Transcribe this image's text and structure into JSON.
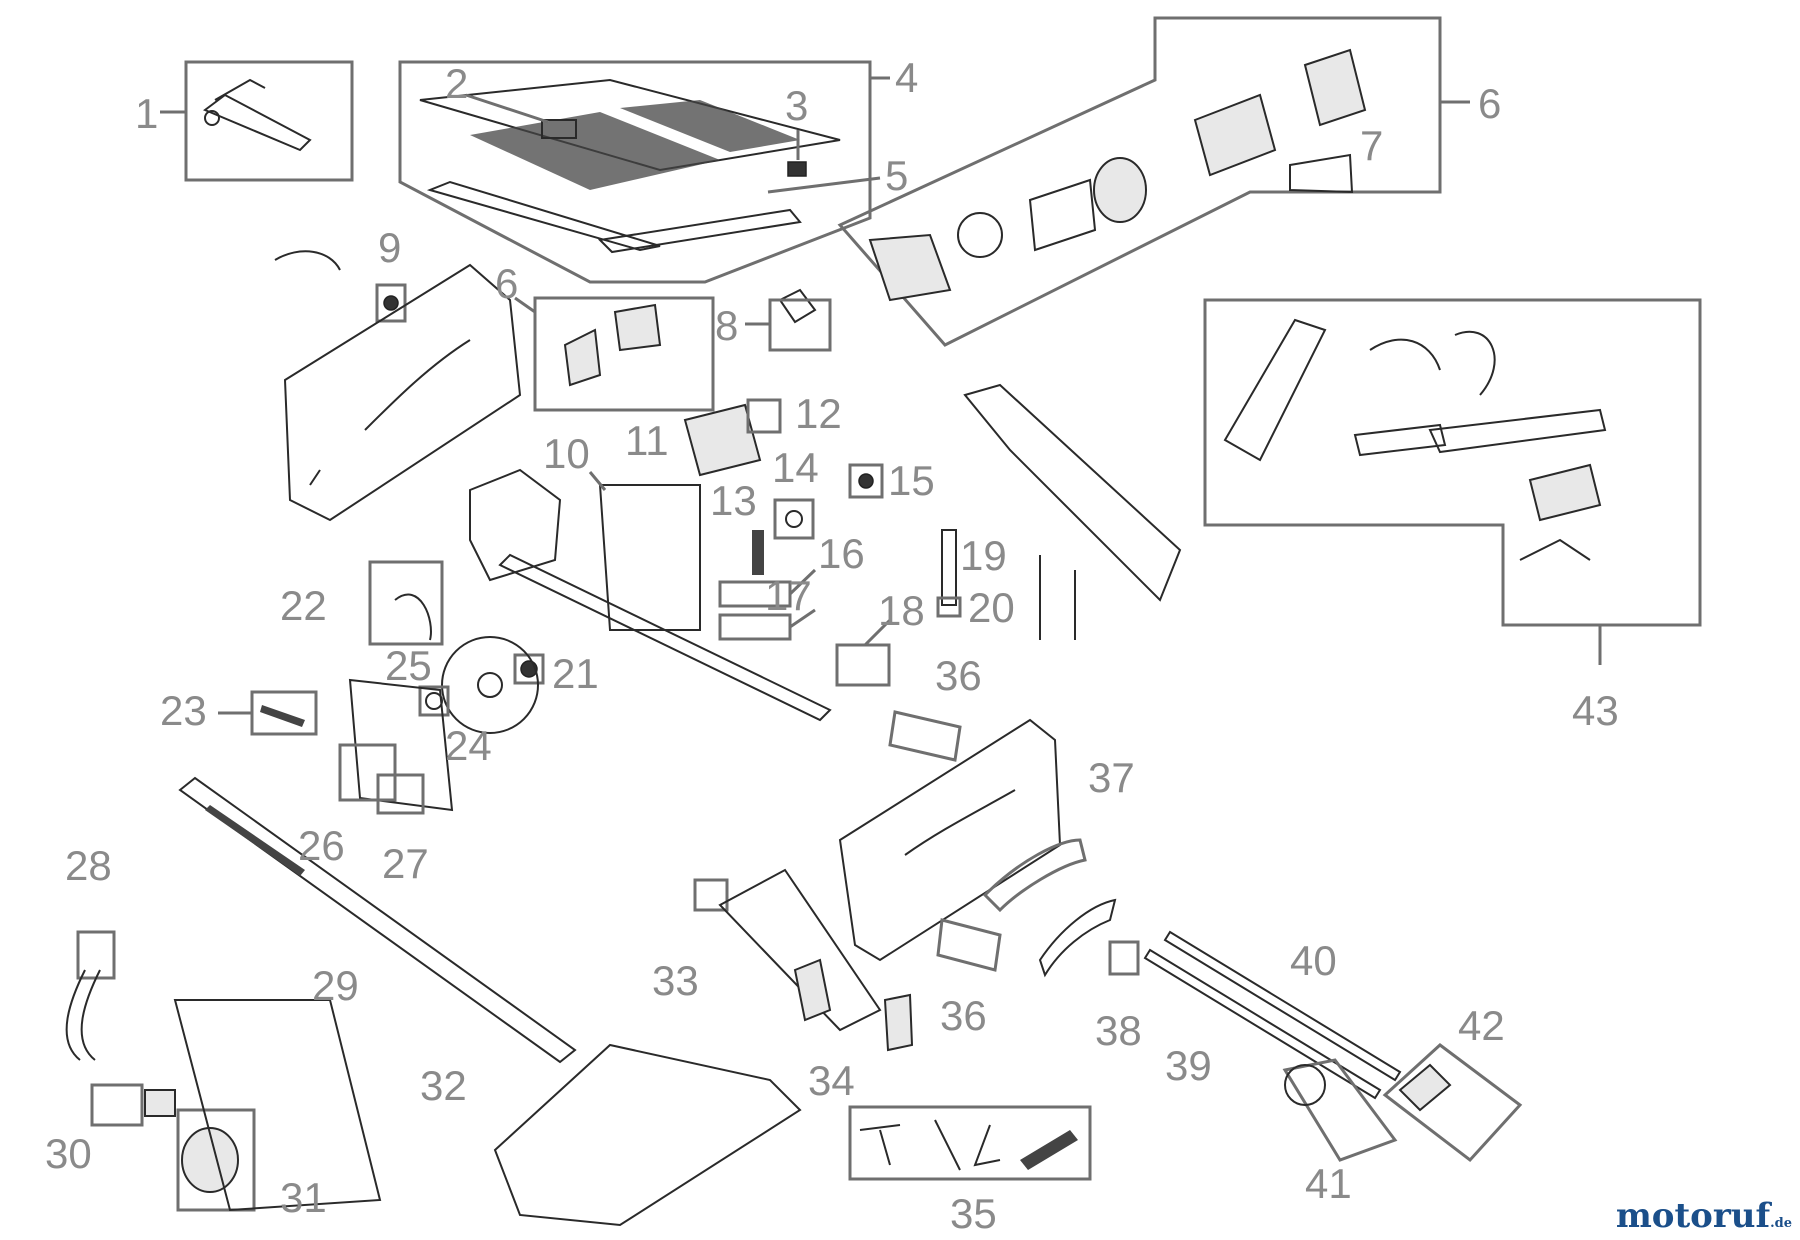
{
  "diagram": {
    "callouts": {
      "c1": "1",
      "c2": "2",
      "c3": "3",
      "c4": "4",
      "c5": "5",
      "c6a": "6",
      "c6b": "6",
      "c7": "7",
      "c8": "8",
      "c9": "9",
      "c10": "10",
      "c11": "11",
      "c12": "12",
      "c13": "13",
      "c14": "14",
      "c15": "15",
      "c16": "16",
      "c17": "17",
      "c18": "18",
      "c19": "19",
      "c20": "20",
      "c21": "21",
      "c22": "22",
      "c23": "23",
      "c24": "24",
      "c25": "25",
      "c26": "26",
      "c27": "27",
      "c28": "28",
      "c29": "29",
      "c30": "30",
      "c31": "31",
      "c32": "32",
      "c33": "33",
      "c34": "34",
      "c35": "35",
      "c36a": "36",
      "c36b": "36",
      "c37": "37",
      "c38": "38",
      "c39": "39",
      "c40": "40",
      "c41": "41",
      "c42": "42",
      "c43": "43"
    }
  },
  "watermark": {
    "name": "motoruf",
    "tld": ".de"
  }
}
